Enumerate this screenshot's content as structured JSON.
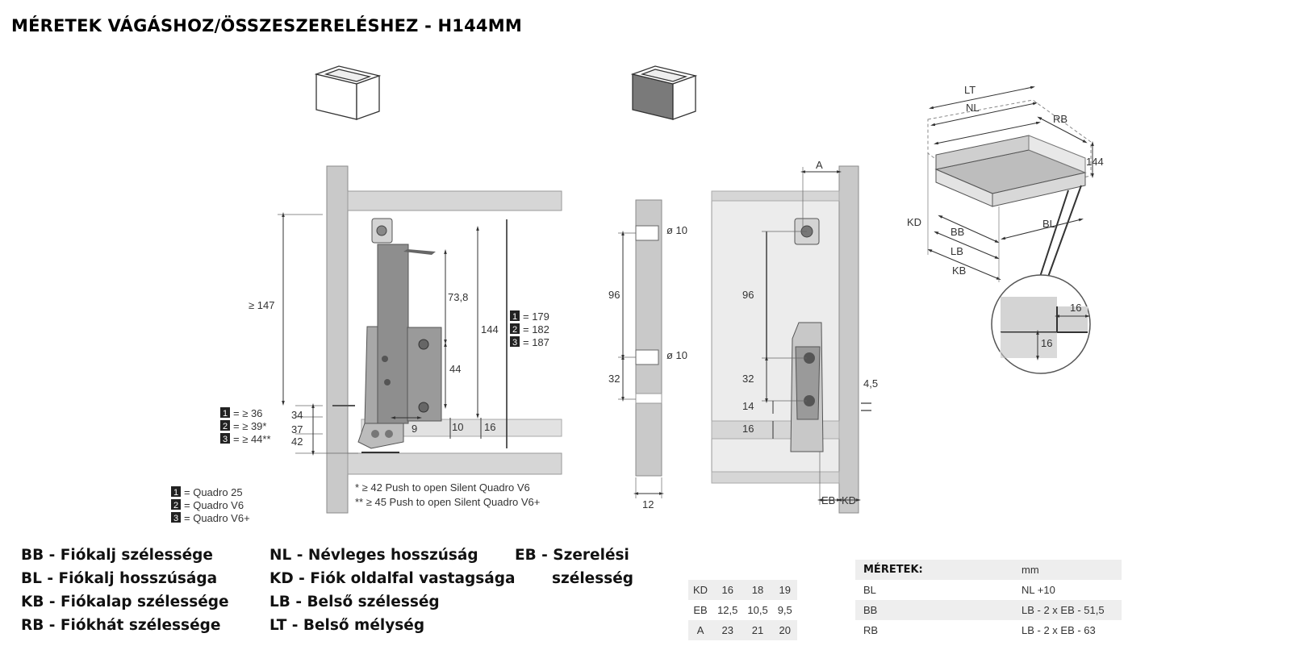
{
  "title": "MÉRETEK VÁGÁSHOZ/ÖSSZESZERELÉSHEZ - H144MM",
  "left_view": {
    "dims": {
      "h147": "≥ 147",
      "d738": "73,8",
      "d44": "44",
      "d144": "144",
      "d34": "34",
      "d37": "37",
      "d42": "42",
      "d9": "9",
      "d10": "10",
      "d16": "16"
    },
    "height_notes": [
      "= 179",
      "= 182",
      "= 187"
    ],
    "bottom_notes": [
      "= ≥ 36",
      "= ≥ 39*",
      "= ≥ 44**"
    ],
    "key_numbers": [
      "1",
      "2",
      "3"
    ],
    "quadro_legend": [
      "= Quadro 25",
      "= Quadro V6",
      "= Quadro V6+"
    ],
    "footnotes": [
      "*  ≥ 42 Push to open Silent Quadro V6",
      "**  ≥ 45 Push to open Silent Quadro V6+"
    ]
  },
  "front_view": {
    "dims": {
      "o10a": "ø 10",
      "o10b": "ø 10",
      "d96": "96",
      "d32": "32",
      "d12": "12"
    }
  },
  "side_view": {
    "dims": {
      "a": "A",
      "d96": "96",
      "d32": "32",
      "d14": "14",
      "d16": "16",
      "d45": "4,5",
      "eb": "EB",
      "kd": "KD"
    }
  },
  "iso_view": {
    "labels": {
      "lt": "LT",
      "nl": "NL",
      "rb": "RB",
      "h144": "144",
      "kd": "KD",
      "bb": "BB",
      "bl": "BL",
      "lb": "LB",
      "kb": "KB",
      "c16a": "16",
      "c16b": "16"
    }
  },
  "legend": {
    "col1": [
      "BB - Fiókalj szélessége",
      "BL - Fiókalj hosszúsága",
      "KB - Fiókalap szélessége",
      "RB - Fiókhát szélessége"
    ],
    "col2": [
      "NL - Névleges hosszúság",
      "KD - Fiók oldalfal vastagsága",
      "LB - Belső szélesség",
      "LT - Belső mélység"
    ],
    "col3": [
      "EB - Szerelési",
      "szélesség"
    ]
  },
  "kd_table": {
    "rows": [
      [
        "KD",
        "16",
        "18",
        "19"
      ],
      [
        "EB",
        "12,5",
        "10,5",
        "9,5"
      ],
      [
        "A",
        "23",
        "21",
        "20"
      ]
    ]
  },
  "meret_table": {
    "header": [
      "MÉRETEK:",
      "mm"
    ],
    "rows": [
      [
        "BL",
        "NL +10"
      ],
      [
        "BB",
        "LB - 2 x EB - 51,5"
      ],
      [
        "RB",
        "LB - 2 x EB - 63"
      ]
    ]
  },
  "colors": {
    "panel": "#c9c9c9",
    "panel_stroke": "#8a8a8a",
    "metal": "#8e8e8e",
    "line": "#333333"
  }
}
